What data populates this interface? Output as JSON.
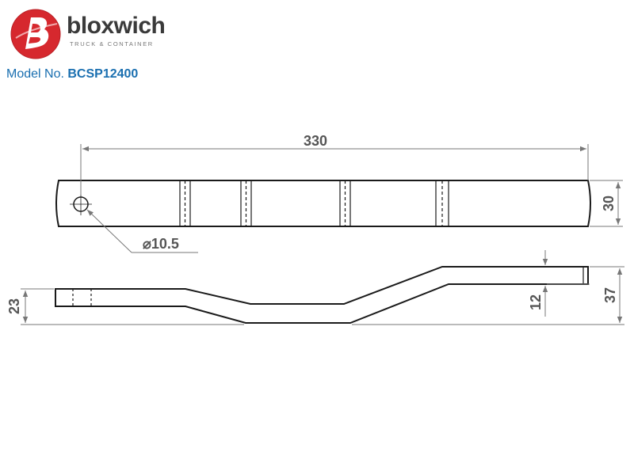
{
  "header": {
    "brand_name": "bloxwich",
    "brand_tagline": "TRUCK & CONTAINER",
    "model_label": "Model No.",
    "model_number": "BCSP12400",
    "logo_icon": "bloxwich-b-logo-icon"
  },
  "colors": {
    "logo_red": "#d6282e",
    "brand_text": "#3a3a3a",
    "model_blue": "#1a6fb0",
    "line": "#1a1a1a",
    "dimension": "#777777"
  },
  "dimensions": {
    "overall_length": "330",
    "width": "30",
    "hole_diameter_symbol": "⌀",
    "hole_diameter": "10.5",
    "end_height": "23",
    "thickness": "12",
    "total_height": "37"
  }
}
